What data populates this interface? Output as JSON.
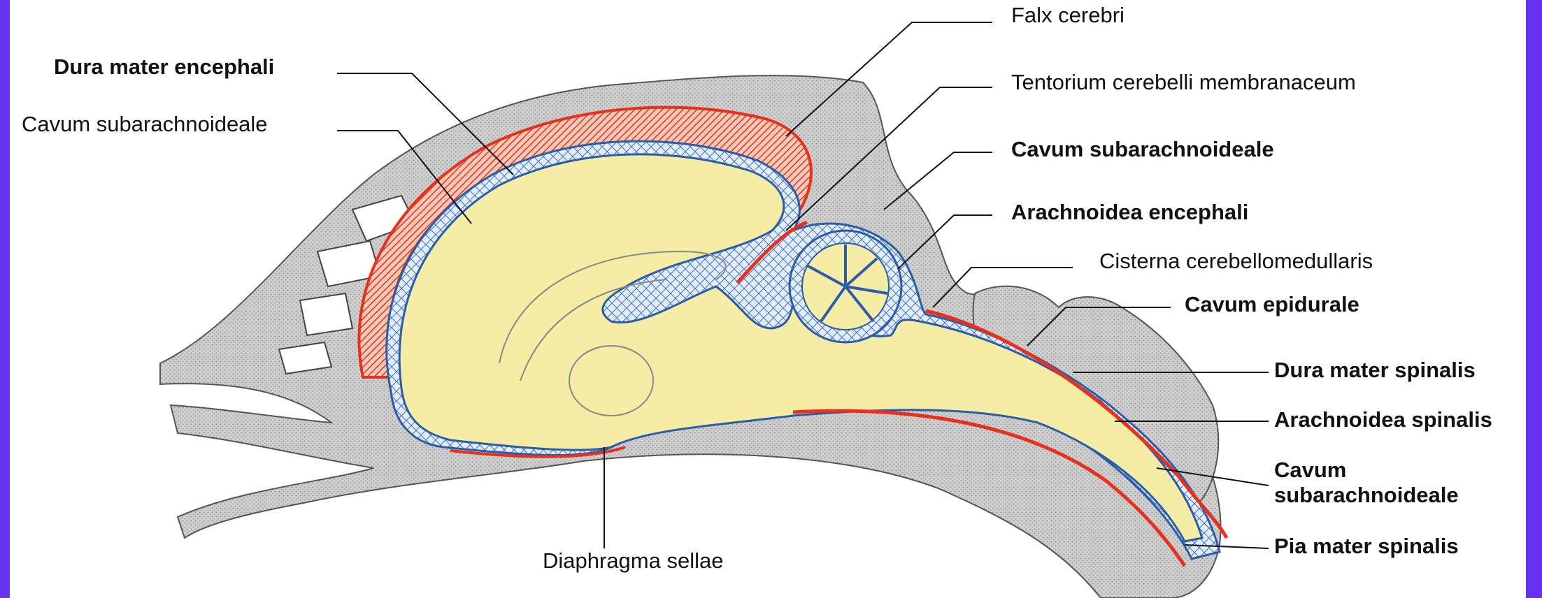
{
  "colors": {
    "frame": "#6633ee",
    "background": "#ffffff",
    "bone": "#c9c9c9",
    "brain": "#f5eca5",
    "dura": "#e8301f",
    "arachnoid": "#2a5ca8",
    "subarachnoid_space": "#dce8f5"
  },
  "labels": {
    "dura_mater_encephali": "Dura mater encephali",
    "cavum_subarachnoideale_left": "Cavum subarachnoideale",
    "falx_cerebri": "Falx cerebri",
    "tentorium": "Tentorium cerebelli membranaceum",
    "cavum_subarachnoideale_right": "Cavum subarachnoideale",
    "arachnoidea_encephali": "Arachnoidea encephali",
    "cisterna": "Cisterna cerebellomedullaris",
    "cavum_epidurale": "Cavum epidurale",
    "dura_mater_spinalis": "Dura mater spinalis",
    "arachnoidea_spinalis": "Arachnoidea spinalis",
    "cavum_subarachnoideale_spinal": "Cavum subarachnoideale",
    "pia_mater_spinalis": "Pia mater spinalis",
    "diaphragma_sellae": "Diaphragma sellae"
  }
}
